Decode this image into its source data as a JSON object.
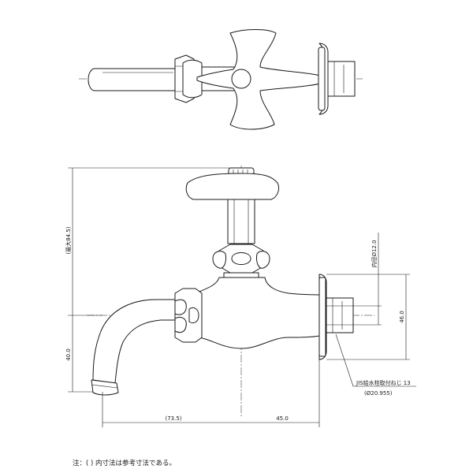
{
  "dimensions": {
    "max_height": "(最大84.5)",
    "spout_height": "40.0",
    "spout_reach": "(73.5)",
    "body_to_flange": "45.0",
    "inner_diameter": "内径Ø12.0",
    "flange_height": "46.0",
    "thread_spec": "JIS給水栓取付ねじ 13",
    "thread_diameter": "(Ø20.955)"
  },
  "note": "注：( ) 内寸法は参考寸法である。"
}
